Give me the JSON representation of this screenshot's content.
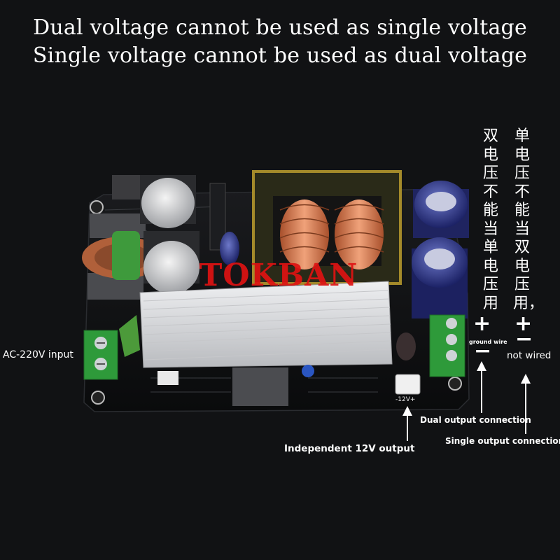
{
  "headlines": {
    "line1": "Dual voltage cannot be used as single voltage",
    "line2": "Single voltage cannot be used as dual voltage"
  },
  "chinese_notes": {
    "dual": "双电压不能当单电压用",
    "single": "单电压不能当双电压用，"
  },
  "labels": {
    "ac_input": "AC-220V input",
    "ground_wire": "ground wire",
    "not_wired": "not wired",
    "dual_output": "Dual output connection",
    "single_output": "Single output connection",
    "independent_12v": "Independent 12V output"
  },
  "symbols": {
    "plus": "+",
    "minus": "−"
  },
  "watermark": "TOKBAN",
  "board_silkscreen": "-12V+",
  "colors": {
    "background": "#111214",
    "watermark": "#de1212",
    "pcb": "#0c0d0f",
    "heatsink": "#d8d9dc",
    "terminal_block": "#2e9a3a",
    "copper_coil": "#d8784a"
  }
}
